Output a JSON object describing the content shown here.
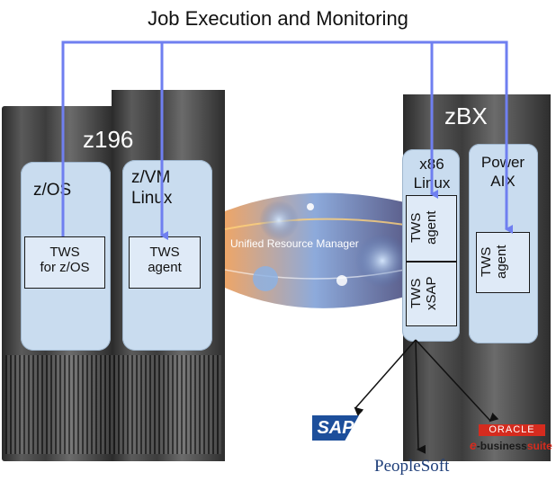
{
  "title": "Job Execution and Monitoring",
  "left_server": {
    "name": "z196",
    "lpars": [
      {
        "label_lines": [
          "z/OS"
        ],
        "agent_lines": [
          "TWS",
          "for z/OS"
        ]
      },
      {
        "label_lines": [
          "z/VM",
          "Linux"
        ],
        "agent_lines": [
          "TWS",
          "agent"
        ]
      }
    ]
  },
  "center": {
    "label": "Unified Resource Manager"
  },
  "right_server": {
    "name": "zBX",
    "lpars": [
      {
        "label_lines": [
          "x86",
          "Linux"
        ],
        "agent_boxes": [
          {
            "text": "TWS agent"
          },
          {
            "text": "TWS xSAP"
          }
        ]
      },
      {
        "label_lines": [
          "Power",
          "AIX"
        ],
        "agent_boxes": [
          {
            "text": "TWS agent"
          }
        ]
      }
    ]
  },
  "logos": {
    "sap": "SAP",
    "peoplesoft": "PeopleSoft",
    "oracle": "ORACLE",
    "ebs_prefix": "e",
    "ebs_text": "-business",
    "ebs_suite": "suite"
  },
  "colors": {
    "connector": "#6f7ff0",
    "lpar": "#c9dcef",
    "sap": "#1d4f9b",
    "oracle": "#d52b1e"
  }
}
